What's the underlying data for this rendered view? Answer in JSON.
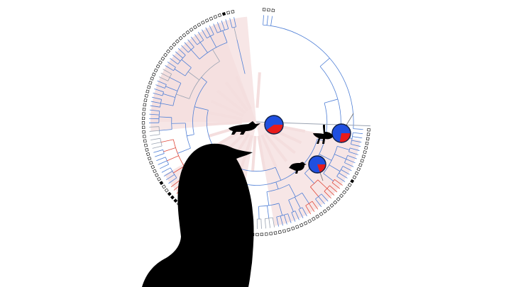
{
  "figure": {
    "kind": "circular-phylogeny-with-ancestral-state-pies",
    "colors": {
      "background": "#ffffff",
      "branch_state_a": "#4f7fd6",
      "branch_state_b": "#e04a3c",
      "branch_neutral": "#9aa3b2",
      "clade_shading": "#f4dede",
      "pie_state_a": "#1f4fe0",
      "pie_state_b": "#e81b1b",
      "pie_outline": "#11224a",
      "tip_filled": "#000000",
      "tip_empty": "#ffffff",
      "silhouette": "#000000"
    },
    "ancestral_nodes": [
      {
        "name": "root-node",
        "state_b_fraction": 0.4,
        "silhouette": "crocodile-icon"
      },
      {
        "name": "ostrich-node",
        "state_b_fraction": 0.28,
        "silhouette": "ostrich-icon"
      },
      {
        "name": "bird-node",
        "state_b_fraction": 0.2,
        "silhouette": "small-bird-icon"
      }
    ],
    "foreground_silhouette": "crow-icon"
  }
}
